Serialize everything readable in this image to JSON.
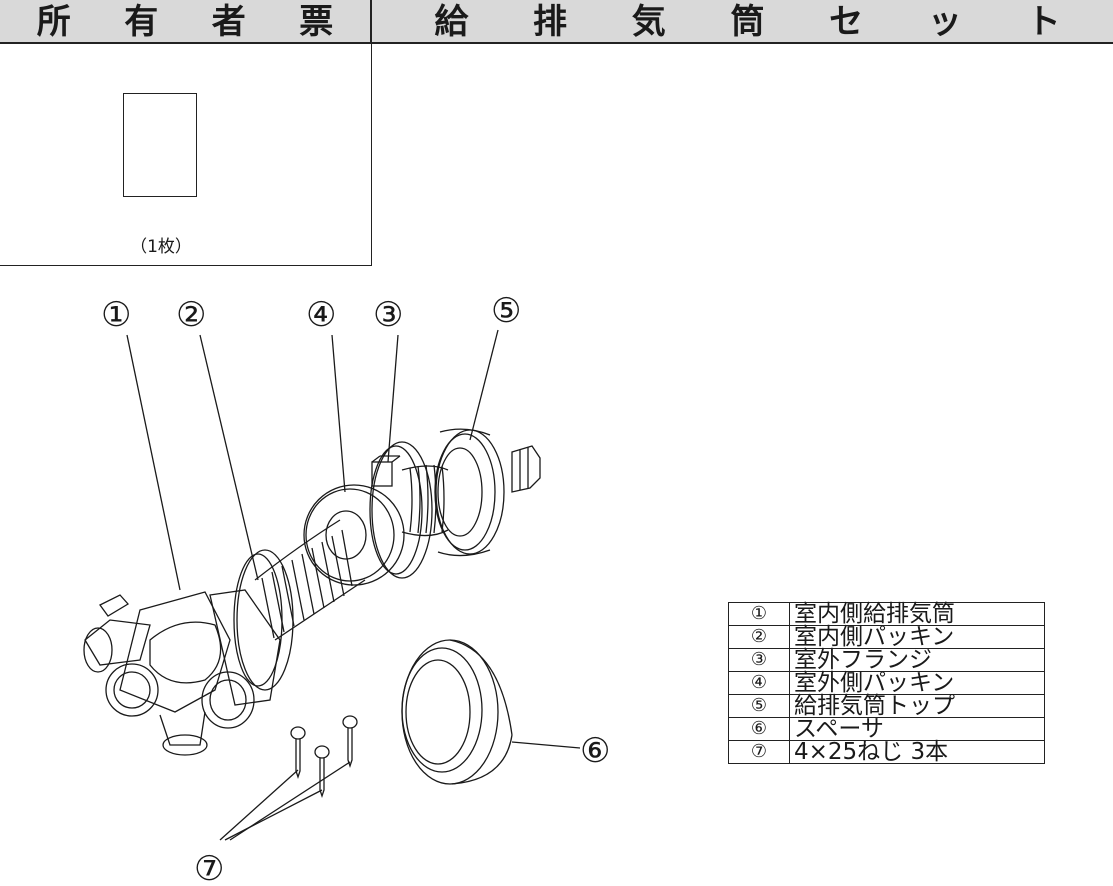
{
  "header": {
    "left_chars": [
      "所",
      "有",
      "者",
      "票"
    ],
    "right_chars": [
      "給",
      "排",
      "気",
      "筒",
      "セ",
      "ッ",
      "ト"
    ]
  },
  "owner_card": {
    "quantity": "（1枚）"
  },
  "callouts": {
    "c1": "①",
    "c2": "②",
    "c3": "③",
    "c4": "④",
    "c5": "⑤",
    "c6": "⑥",
    "c7": "⑦"
  },
  "parts": [
    {
      "num": "①",
      "name": "室内側給排気筒"
    },
    {
      "num": "②",
      "name": "室内側パッキン"
    },
    {
      "num": "③",
      "name": "室外フランジ"
    },
    {
      "num": "④",
      "name": "室外側パッキン"
    },
    {
      "num": "⑤",
      "name": "給排気筒トップ"
    },
    {
      "num": "⑥",
      "name": "スペーサ"
    },
    {
      "num": "⑦",
      "name": "4×25ねじ  3本"
    }
  ]
}
